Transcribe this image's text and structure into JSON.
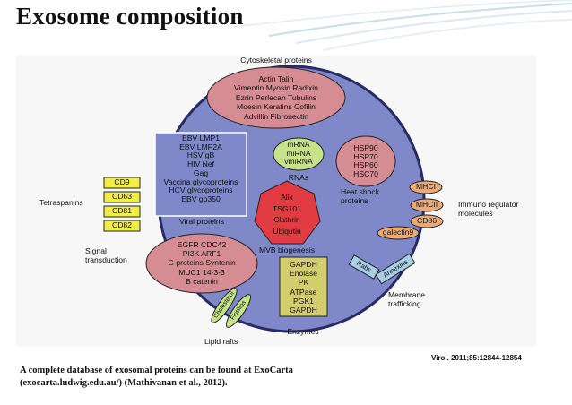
{
  "slide": {
    "title": "Exosome composition"
  },
  "diagram": {
    "cytoskeletal": {
      "label": "Cytoskeletal proteins",
      "lines": [
        "Actin  Talin",
        "Vimentin  Myosin  Radixin",
        "Ezrin  Perlecan  Tubulins",
        "Moesin  Keratins  Cofilin",
        "Advillin  Fibronectin"
      ]
    },
    "viral": {
      "label": "Viral proteins",
      "items": [
        "EBV LMP1",
        "EBV LMP2A",
        "HSV gB",
        "HIV Nef",
        "Gag",
        "Vaccina glycoproteins",
        "HCV glycoproteins",
        "EBV gp350"
      ]
    },
    "rnas": {
      "label": "RNAs",
      "items": [
        "mRNA",
        "miRNA",
        "vmiRNA"
      ]
    },
    "heat_shock": {
      "label_lines": [
        "Heat shock",
        "proteins"
      ],
      "items": [
        "HSP90",
        "HSP70",
        "HSP60",
        "HSC70"
      ]
    },
    "tetraspanins": {
      "label": "Tetraspanins",
      "items": [
        "CD9",
        "CD63",
        "CD81",
        "CD82"
      ]
    },
    "mvb": {
      "label": "MVB biogenesis",
      "items": [
        "Alix",
        "TSG101",
        "Clathrin",
        "Ubiqutin"
      ]
    },
    "immuno": {
      "label_lines": [
        "Immuno regulator",
        "molecules"
      ],
      "items": [
        "MHCI",
        "MHCII",
        "CD86",
        "galectin9"
      ]
    },
    "signal": {
      "label_lines": [
        "Signal",
        "transduction"
      ],
      "lines": [
        "EGFR  CDC42",
        "PI3K  ARF1",
        "G proteins  Syntenin",
        "MUC1  14-3-3",
        "B catenin"
      ]
    },
    "enzymes": {
      "label": "Enzymes",
      "items": [
        "GAPDH",
        "Enolase",
        "PK",
        "ATPase",
        "PGK1",
        "GAPDH"
      ]
    },
    "membrane": {
      "label_lines": [
        "Membrane",
        "trafficking"
      ],
      "items": [
        "Rabs",
        "Annexins"
      ]
    },
    "lipid": {
      "label": "Lipid rafts",
      "items": [
        "Cholesterol",
        "Flotillins"
      ]
    },
    "reference": "Virol. 2011;85:12844-12854"
  },
  "caption": {
    "line1": "A complete database of exosomal  proteins can be found at ExoCarta",
    "line2": "(exocarta.ludwig.edu.au/) (Mathivanan et al., 2012)."
  },
  "colors": {
    "vesicle": "#7f88c8",
    "membrane": "#262c63",
    "pink": "#d68c93",
    "yellow": "#f3ee46",
    "orange": "#ecaa77",
    "green": "#c6e38a",
    "red": "#e23b41",
    "olive": "#d4cd6d",
    "lightblue": "#a9cfe6"
  }
}
